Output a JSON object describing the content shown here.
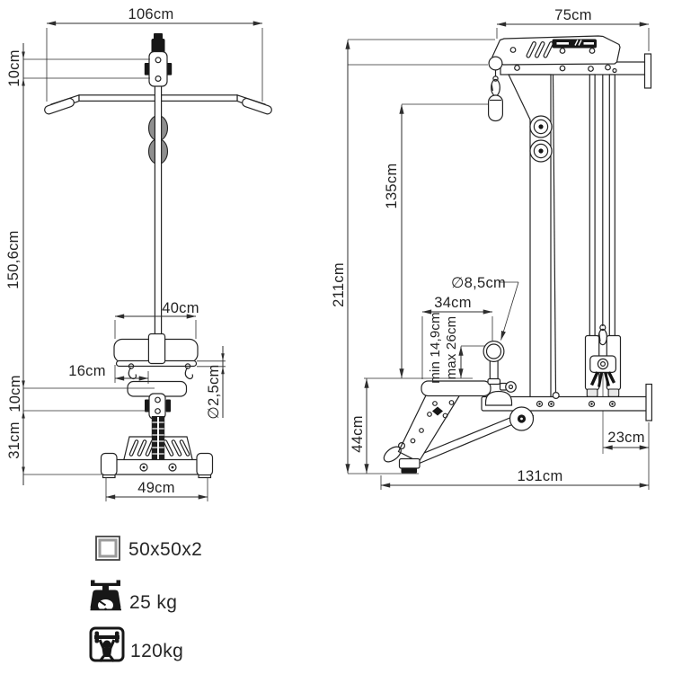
{
  "front_view": {
    "bar_width": "106cm",
    "link_spacing_top": "10cm",
    "column_height": "150,6cm",
    "seat_width": "40cm",
    "seat_offset": "16cm",
    "link_spacing_bottom": "10cm",
    "base_height": "31cm",
    "bar_diameter": "∅2,5cm",
    "base_width": "49cm"
  },
  "side_view": {
    "head_length": "75cm",
    "total_height": "211cm",
    "handle_height": "135cm",
    "roller_diameter": "∅8,5cm",
    "seat_depth": "34cm",
    "adjust_min": "min 14,9cm",
    "adjust_max": "max 26cm",
    "seat_height": "44cm",
    "stack_offset": "23cm",
    "base_length": "131cm"
  },
  "legend": {
    "items": [
      {
        "icon": "tube-profile-icon",
        "label": "50x50x2"
      },
      {
        "icon": "scale-icon",
        "label": "25 kg"
      },
      {
        "icon": "max-load-icon",
        "label": "120kg"
      }
    ]
  },
  "colors": {
    "line": "#242424",
    "background": "#ffffff",
    "grip_gray": "#8f8f8f"
  }
}
